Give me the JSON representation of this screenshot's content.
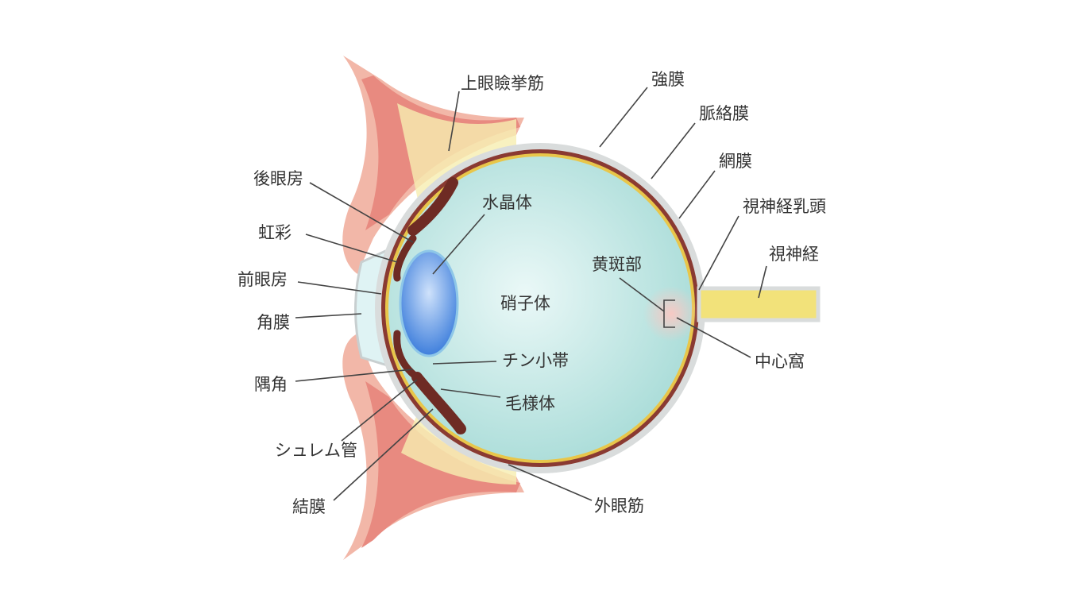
{
  "diagram": {
    "labels": {
      "levator": "上眼瞼挙筋",
      "sclera": "強膜",
      "choroid": "脈絡膜",
      "retina": "網膜",
      "optic_disc": "視神経乳頭",
      "optic_nerve": "視神経",
      "posterior_chamber": "後眼房",
      "iris": "虹彩",
      "anterior_chamber": "前眼房",
      "cornea": "角膜",
      "angle": "隅角",
      "schlemm": "シュレム管",
      "conjunctiva": "結膜",
      "lens": "水晶体",
      "vitreous": "硝子体",
      "macula": "黄斑部",
      "fovea": "中心窩",
      "zonule": "チン小帯",
      "ciliary": "毛様体",
      "extraocular": "外眼筋"
    },
    "colors": {
      "vitreous": "#c9ecea",
      "sclera": "#d9dcdc",
      "choroid": "#8a3a32",
      "retina": "#e8c64a",
      "lens": "#4a86e0",
      "optic_nerve": "#f2e27a",
      "muscle": "#e88a80"
    }
  }
}
